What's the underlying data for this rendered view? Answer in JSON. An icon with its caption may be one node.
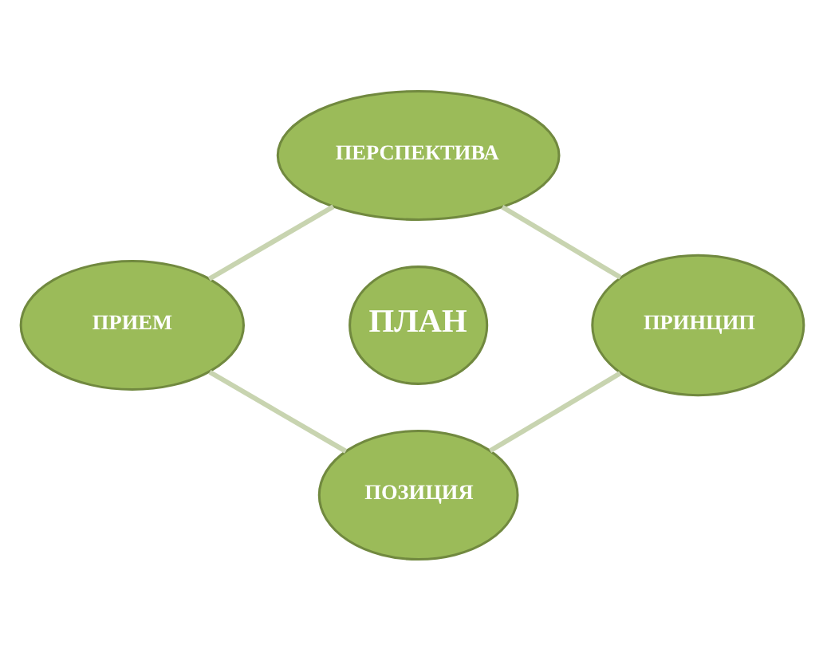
{
  "diagram": {
    "nodes": [
      {
        "text": [
          "ПЕРСПЕКТИВА"
        ]
      },
      {
        "text": [
          "ПЛАН"
        ]
      },
      {
        "text": [
          "ПРИЕМ"
        ]
      },
      {
        "text": [
          "ПРИНЦИП"
        ]
      },
      {
        "text": [
          "ПОЗИЦИЯ"
        ]
      }
    ],
    "edges": [
      {
        "from": 0,
        "to": 3,
        "arrow": "none"
      },
      {
        "from": 3,
        "to": 4,
        "arrow": "none"
      },
      {
        "from": 4,
        "to": 2,
        "arrow": "none"
      },
      {
        "from": 2,
        "to": 0,
        "arrow": "none"
      }
    ]
  }
}
